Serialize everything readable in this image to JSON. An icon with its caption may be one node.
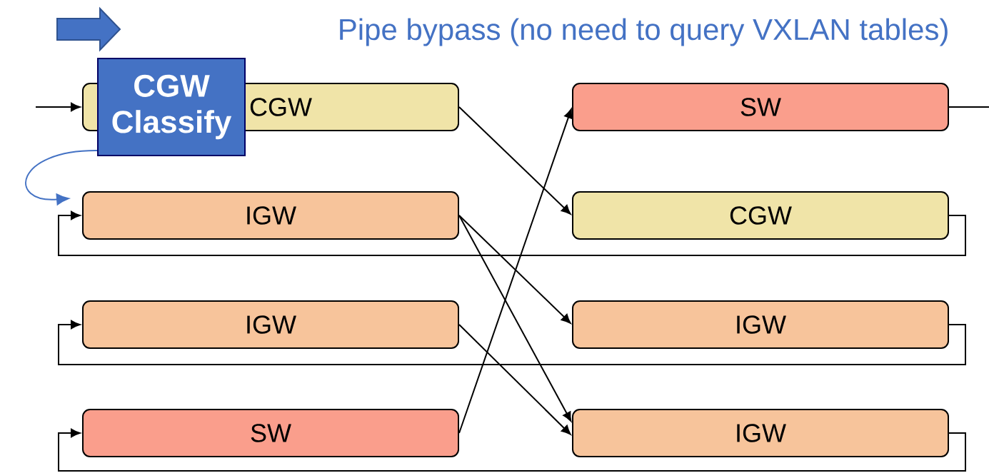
{
  "diagram": {
    "nodes": [
      {
        "text": [
          "CGW Classify"
        ]
      },
      {
        "text": [
          "CGW"
        ]
      },
      {
        "text": [
          "SW"
        ]
      },
      {
        "text": [
          "IGW"
        ]
      },
      {
        "text": [
          "CGW"
        ]
      },
      {
        "text": [
          "IGW"
        ]
      },
      {
        "text": [
          "IGW"
        ]
      },
      {
        "text": [
          "SW"
        ]
      },
      {
        "text": [
          "IGW"
        ]
      }
    ],
    "edges": [
      {
        "from": null,
        "to": 1,
        "arrow": "to"
      },
      {
        "from": 0,
        "to": 3,
        "arrow": "to",
        "color": "#4472c4"
      },
      {
        "from": 1,
        "to": 4,
        "arrow": "to"
      },
      {
        "from": 7,
        "to": 2,
        "arrow": "to"
      },
      {
        "from": 3,
        "to": 6,
        "arrow": "to"
      },
      {
        "from": 3,
        "to": 8,
        "arrow": "to"
      },
      {
        "from": 5,
        "to": 8,
        "arrow": "to"
      },
      {
        "from": 2,
        "to": null,
        "arrow": "none"
      },
      {
        "from": 4,
        "to": 3,
        "arrow": "to"
      },
      {
        "from": 6,
        "to": 5,
        "arrow": "to"
      },
      {
        "from": 8,
        "to": 7,
        "arrow": "to"
      }
    ],
    "legend": [
      {
        "text": "Pipe bypass (no need to query VXLAN tables)"
      }
    ]
  }
}
